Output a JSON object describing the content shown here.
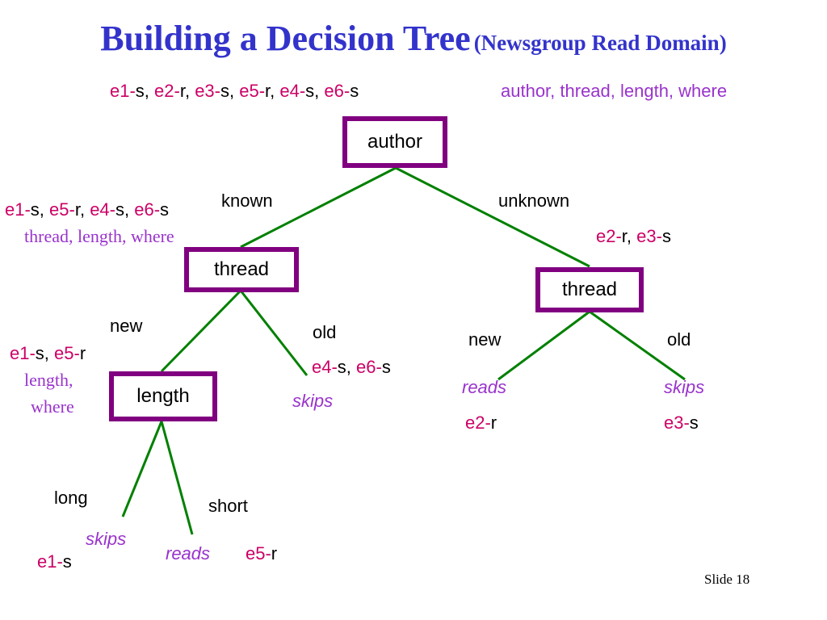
{
  "title": {
    "main": "Building a Decision Tree",
    "subtitle": "(Newsgroup Read Domain)"
  },
  "top": {
    "examples": [
      {
        "id": "e1-",
        "label": "s"
      },
      {
        "id": "e2-",
        "label": "r"
      },
      {
        "id": "e3-",
        "label": "s"
      },
      {
        "id": "e5-",
        "label": "r"
      },
      {
        "id": "e4-",
        "label": "s"
      },
      {
        "id": "e6-",
        "label": "s"
      }
    ],
    "attributes": "author, thread, length, where"
  },
  "nodes": {
    "root": "author",
    "thread_known": "thread",
    "thread_unknown": "thread",
    "length": "length"
  },
  "edges": {
    "known": "known",
    "unknown": "unknown",
    "new_left": "new",
    "old_left": "old",
    "new_right": "new",
    "old_right": "old",
    "long": "long",
    "short": "short"
  },
  "known_branch": {
    "examples": [
      {
        "id": "e1-",
        "label": "s"
      },
      {
        "id": "e5-",
        "label": "r"
      },
      {
        "id": "e4-",
        "label": "s"
      },
      {
        "id": "e6-",
        "label": "s"
      }
    ],
    "attributes": "thread, length, where"
  },
  "unknown_branch": {
    "examples": [
      {
        "id": "e2-",
        "label": "r"
      },
      {
        "id": "e3-",
        "label": "s"
      }
    ]
  },
  "new_left_branch": {
    "examples": [
      {
        "id": "e1-",
        "label": "s"
      },
      {
        "id": "e5-",
        "label": "r"
      }
    ],
    "attributes_line1": "length,",
    "attributes_line2": "where"
  },
  "old_left_branch": {
    "examples": [
      {
        "id": "e4-",
        "label": "s"
      },
      {
        "id": "e6-",
        "label": "s"
      }
    ],
    "leaf": "skips"
  },
  "new_right_branch": {
    "leaf": "reads",
    "examples": [
      {
        "id": "e2-",
        "label": "r"
      }
    ]
  },
  "old_right_branch": {
    "leaf": "skips",
    "examples": [
      {
        "id": "e3-",
        "label": "s"
      }
    ]
  },
  "long_branch": {
    "leaf": "skips",
    "examples": [
      {
        "id": "e1-",
        "label": "s"
      }
    ]
  },
  "short_branch": {
    "leaf": "reads",
    "examples": [
      {
        "id": "e5-",
        "label": "r"
      }
    ]
  },
  "footer": {
    "slide": "Slide 18"
  },
  "colors": {
    "title": "#3333cc",
    "example_id": "#cc0066",
    "attributes": "#9933cc",
    "node_border": "#800080",
    "tree_edge": "#008000"
  }
}
